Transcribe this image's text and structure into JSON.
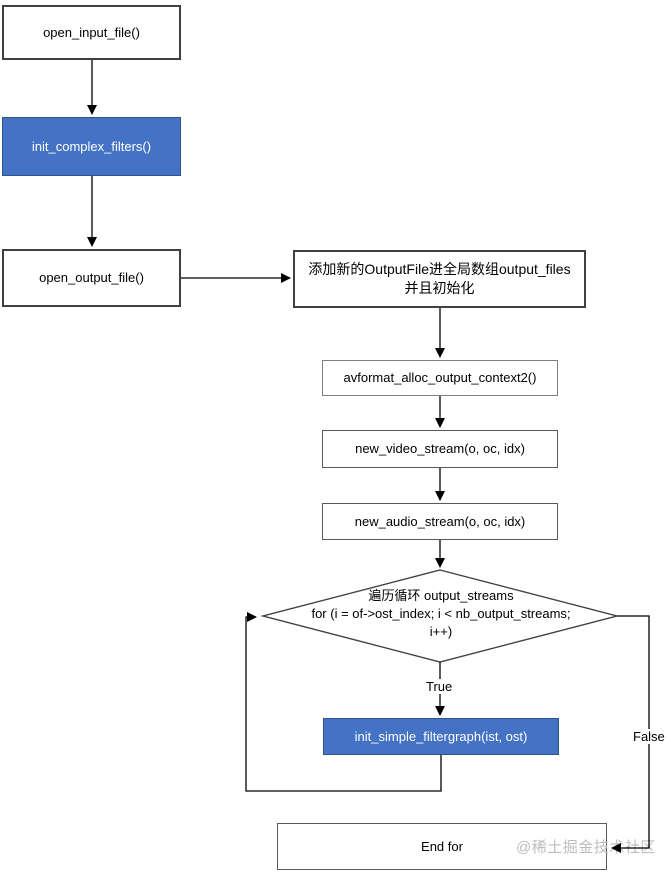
{
  "diagram": {
    "type": "flowchart",
    "nodes": {
      "open_input_file": {
        "label": "open_input_file()"
      },
      "init_complex_filters": {
        "label": "init_complex_filters()"
      },
      "open_output_file": {
        "label": "open_output_file()"
      },
      "add_output_file": {
        "line1": "添加新的OutputFile进全局数组output_files",
        "line2": "并且初始化"
      },
      "avformat_alloc": {
        "label": "avformat_alloc_output_context2()"
      },
      "new_video_stream": {
        "label": "new_video_stream(o, oc, idx)"
      },
      "new_audio_stream": {
        "label": "new_audio_stream(o, oc, idx)"
      },
      "loop_decision": {
        "line1": "遍历循环 output_streams",
        "line2": "for (i = of->ost_index; i < nb_output_streams;",
        "line3": "i++)"
      },
      "init_simple_filtergraph": {
        "label": "init_simple_filtergraph(ist, ost)"
      },
      "end_for": {
        "label": "End for"
      }
    },
    "edge_labels": {
      "true_branch": "True",
      "false_branch": "False"
    },
    "watermark": "@稀土掘金技术社区",
    "colors": {
      "accent_blue": "#4472C4",
      "accent_blue_border": "#2F528F",
      "box_border_dark": "#404040",
      "box_border_gray": "#595959",
      "line": "#000000",
      "watermark": "#BDBDBD",
      "background": "#FFFFFF"
    }
  }
}
